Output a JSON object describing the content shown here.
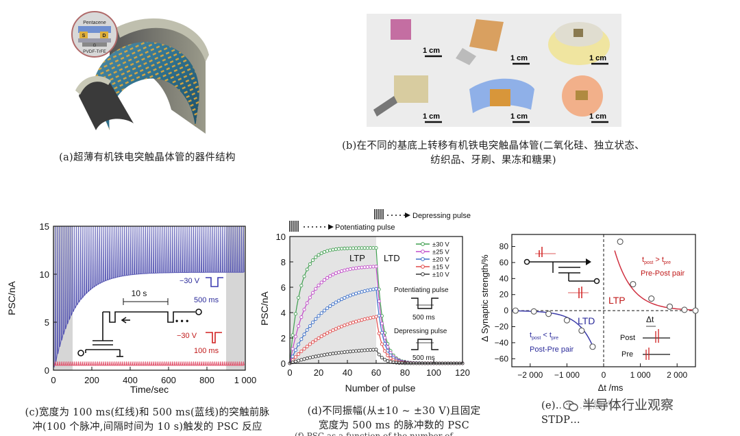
{
  "panel_a": {
    "device_labels": {
      "top_layer": "Pentacene",
      "source": "S",
      "drain": "D",
      "gate": "G",
      "dielectric": "PVDF-TrFE"
    },
    "caption": "(a)超薄有机铁电突触晶体管的器件结构"
  },
  "panel_b": {
    "scale_bar": "1 cm",
    "caption_line1": "(b)在不同的基底上转移有机铁电突触晶体管(二氧化硅、独立状态、",
    "caption_line2": "纺织品、牙刷、果冻和糖果)"
  },
  "panel_c": {
    "chart_data": {
      "type": "line",
      "xlabel": "Time/sec",
      "ylabel": "PSC/nA",
      "xlim": [
        0,
        1000
      ],
      "ylim": [
        0,
        15
      ],
      "xticks": [
        "0",
        "200",
        "400",
        "600",
        "800",
        "1 000"
      ],
      "yticks": [
        "0",
        "5",
        "10",
        "15"
      ],
      "series": [
        {
          "name": "500 ms",
          "color": "#5a5ab4",
          "pulses": 100,
          "interval_s": 10,
          "base_plateau": 10.2,
          "peak": 15.5
        },
        {
          "name": "100 ms",
          "color": "#e0506a",
          "pulses": 100,
          "interval_s": 10,
          "base_plateau": 0.5,
          "peak": 0.9
        }
      ],
      "annotations": {
        "interval": "10 s",
        "blue_amp": "−30 V",
        "blue_width": "500 ms",
        "red_amp": "−30 V",
        "red_width": "100 ms",
        "dots": "• • •"
      }
    },
    "caption_line1": "(c)宽度为 100 ms(红线)和 500 ms(蓝线)的突触前脉",
    "caption_line2": "冲(100 个脉冲,间隔时间为 10 s)触发的 PSC 反应"
  },
  "panel_d": {
    "chart_data": {
      "type": "scatter",
      "xlabel": "Number of pulse",
      "ylabel": "PSC/nA",
      "xlim": [
        0,
        120
      ],
      "ylim": [
        0,
        10
      ],
      "xticks": [
        "0",
        "20",
        "40",
        "60",
        "80",
        "100",
        "120"
      ],
      "yticks": [
        "0",
        "2",
        "4",
        "6",
        "8",
        "10"
      ],
      "series": [
        {
          "name": "±30 V",
          "color": "#3e9e4e",
          "plateau": 9.1,
          "rate": 0.14,
          "floor": 0.0
        },
        {
          "name": "±25 V",
          "color": "#c04ac8",
          "plateau": 7.7,
          "rate": 0.08,
          "floor": 0.0
        },
        {
          "name": "±20 V",
          "color": "#3a6ec8",
          "plateau": 6.3,
          "rate": 0.045,
          "floor": 0.0
        },
        {
          "name": "±15 V",
          "color": "#e04848",
          "plateau": 4.4,
          "rate": 0.03,
          "floor": 0.0
        },
        {
          "name": "±10 V",
          "color": "#333333",
          "plateau": 1.3,
          "rate": 0.03,
          "floor": 0.0
        }
      ],
      "annotations": {
        "ltp": "LTP",
        "ltd": "LTD",
        "potentiating": "Potentiating pulse",
        "depressing": "Depressing pulse",
        "top_pot": "Potentiating pulse",
        "top_dep": "Depressing pulse",
        "pulse_width": "500 ms"
      }
    },
    "caption_line1": "(d)不同振幅(从±10 ~ ±30 V)且固定",
    "caption_line2": "宽度为 500 ms 的脉冲数的 PSC"
  },
  "panel_e": {
    "chart_data": {
      "type": "scatter",
      "xlabel": "Δt /ms",
      "ylabel": "Δ Synaptic strength/%",
      "xlim": [
        -2500,
        2500
      ],
      "ylim": [
        -70,
        95
      ],
      "xticks": [
        "−2 000",
        "−1 000",
        "0",
        "1 000",
        "2 000"
      ],
      "yticks": [
        "−60",
        "−40",
        "−20",
        "0",
        "20",
        "40",
        "60",
        "80"
      ],
      "ltp_points": [
        [
          450,
          86
        ],
        [
          800,
          33
        ],
        [
          1300,
          15
        ],
        [
          1800,
          5
        ],
        [
          2200,
          1
        ],
        [
          2500,
          0
        ]
      ],
      "ltd_points": [
        [
          -2400,
          0
        ],
        [
          -1900,
          -1
        ],
        [
          -1500,
          -4
        ],
        [
          -1000,
          -12
        ],
        [
          -600,
          -25
        ],
        [
          -300,
          -45
        ]
      ],
      "annotations": {
        "ltp": "LTP",
        "ltd": "LTD",
        "ltp_cond": "t",
        "ltp_cond_sub1": "post",
        "ltp_cond_mid": " > t",
        "ltp_cond_sub2": "pre",
        "ltp_pair": "Pre-Post pair",
        "ltd_cond": "t",
        "ltd_cond_sub1": "post",
        "ltd_cond_mid": " < t",
        "ltd_cond_sub2": "pre",
        "ltd_pair": "Post-Pre pair",
        "delta_t": "Δt",
        "post": "Post",
        "pre": "Pre"
      }
    },
    "caption": "(e)…T…突触的STDP…"
  },
  "watermark": "半导体行业观察",
  "bottom_fragment": "(f) PSC as a function of the number of…"
}
